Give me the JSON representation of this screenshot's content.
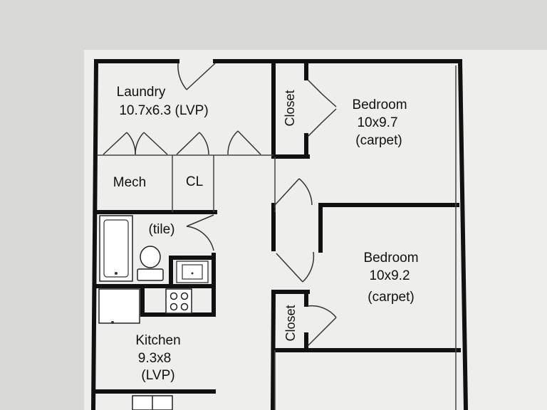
{
  "colors": {
    "background": "#d9d9d7",
    "paper": "#eeeeec",
    "wall": "#111111",
    "thin_line": "#444444"
  },
  "rooms": {
    "laundry": {
      "name": "Laundry",
      "dims": "10.7x6.3 (LVP)"
    },
    "mech": {
      "name": "Mech"
    },
    "cl": {
      "name": "CL"
    },
    "bath": {
      "name": "(tile)"
    },
    "kitchen": {
      "name": "Kitchen",
      "dims": "9.3x8",
      "floor": "(LVP)"
    },
    "bedroom1": {
      "name": "Bedroom",
      "dims": "10x9.7",
      "floor": "(carpet)"
    },
    "bedroom2": {
      "name": "Bedroom",
      "dims": "10x9.2",
      "floor": "(carpet)"
    },
    "closet1": {
      "name": "Closet"
    },
    "closet2": {
      "name": "Closet"
    }
  }
}
